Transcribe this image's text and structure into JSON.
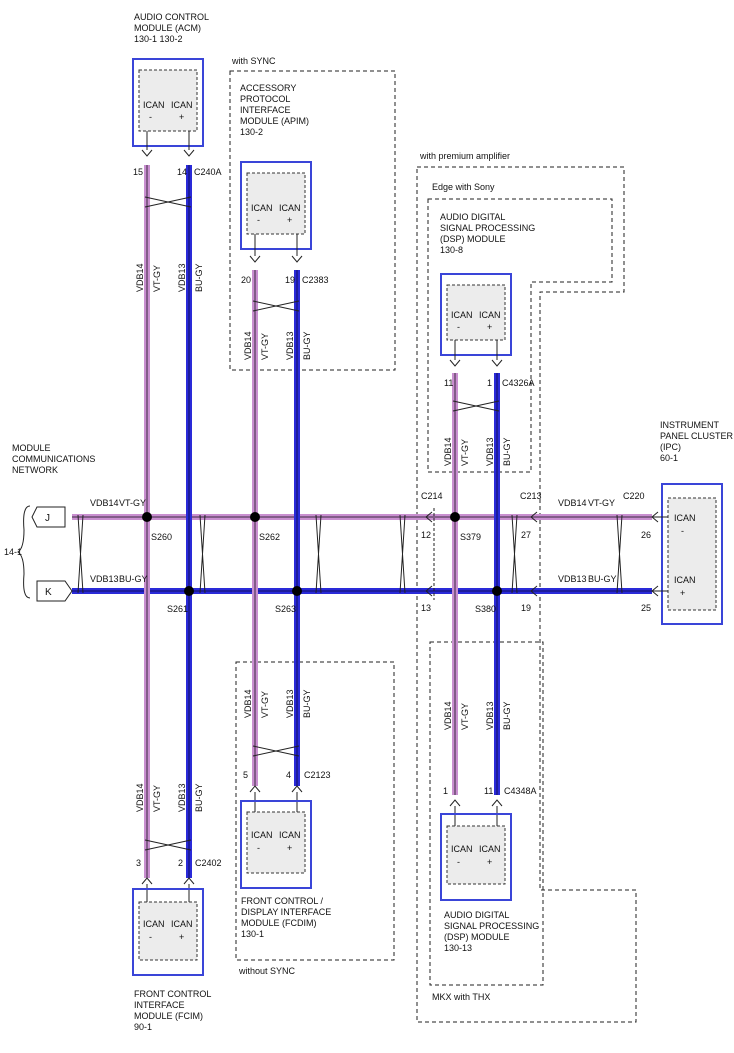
{
  "network": {
    "title": [
      "MODULE",
      "COMMUNICATIONS",
      "NETWORK"
    ],
    "ref": "14-1",
    "j_label": "J",
    "k_label": "K"
  },
  "wires": {
    "vt": {
      "code": "VDB14",
      "color": "VT-GY"
    },
    "bu": {
      "code": "VDB13",
      "color": "BU-GY"
    }
  },
  "splices": [
    "S260",
    "S261",
    "S262",
    "S263",
    "S379",
    "S380"
  ],
  "ican": {
    "label": "ICAN",
    "minus": "-",
    "plus": "+"
  },
  "acm": {
    "title": [
      "AUDIO CONTROL",
      "MODULE (ACM)",
      "130-1  130-2"
    ],
    "pin_vt": "15",
    "pin_bu": "14",
    "connector": "C240A"
  },
  "apim": {
    "region": "with SYNC",
    "title": [
      "ACCESSORY",
      "PROTOCOL",
      "INTERFACE",
      "MODULE (APIM)",
      "130-2"
    ],
    "pin_vt": "20",
    "pin_bu": "19",
    "connector": "C2383"
  },
  "premium": {
    "region": "with premium amplifier"
  },
  "dsp_edge": {
    "region": "Edge with Sony",
    "title": [
      "AUDIO DIGITAL",
      "SIGNAL PROCESSING",
      "(DSP) MODULE",
      "130-8"
    ],
    "pin_vt": "11",
    "pin_bu": "1",
    "connector": "C4326A"
  },
  "ipc": {
    "title": [
      "INSTRUMENT",
      "PANEL CLUSTER",
      "(IPC)",
      "60-1"
    ],
    "pin_vt": "26",
    "pin_bu": "25",
    "connector": "C220"
  },
  "c214": {
    "name": "C214",
    "pin_vt": "12",
    "pin_bu": "13"
  },
  "c213": {
    "name": "C213",
    "pin_vt": "27",
    "pin_bu": "19"
  },
  "fcdim": {
    "region": "without SYNC",
    "title": [
      "FRONT CONTROL /",
      "DISPLAY INTERFACE",
      "MODULE (FCDIM)",
      "130-1"
    ],
    "pin_vt": "5",
    "pin_bu": "4",
    "connector": "C2123"
  },
  "fcim": {
    "title": [
      "FRONT CONTROL",
      "INTERFACE",
      "MODULE (FCIM)",
      "90-1"
    ],
    "pin_vt": "3",
    "pin_bu": "2",
    "connector": "C2402"
  },
  "dsp_mkx": {
    "region": "MKX with THX",
    "title": [
      "AUDIO DIGITAL",
      "SIGNAL PROCESSING",
      "(DSP) MODULE",
      "130-13"
    ],
    "pin_vt": "1",
    "pin_bu": "11",
    "connector": "C4348A"
  }
}
